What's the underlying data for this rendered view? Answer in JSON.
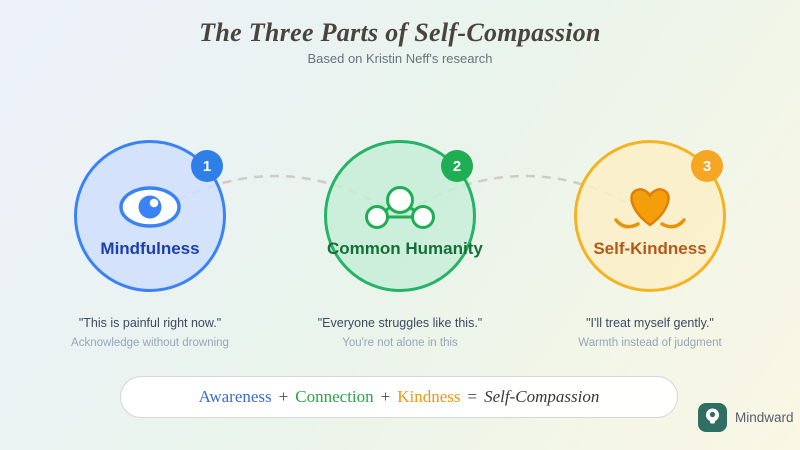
{
  "header": {
    "title": "The Three Parts of Self-Compassion",
    "subtitle": "Based on Kristin Neff's research"
  },
  "parts": [
    {
      "number": "1",
      "label": "Mindfulness",
      "icon": "eye-icon",
      "quote": "\"This is painful right now.\"",
      "caption": "Acknowledge without drowning",
      "colors": {
        "border": "#3b82f6",
        "fill": "rgba(206,223,252,0.82)",
        "badge": "#2e7fe8",
        "label": "#1d3fae"
      }
    },
    {
      "number": "2",
      "label": "Common Humanity",
      "icon": "group-icon",
      "quote": "\"Everyone struggles like this.\"",
      "caption": "You're not alone in this",
      "colors": {
        "border": "#25b365",
        "fill": "rgba(198,238,215,0.82)",
        "badge": "#1fae53",
        "label": "#156e38"
      }
    },
    {
      "number": "3",
      "label": "Self-Kindness",
      "icon": "heart-hands-icon",
      "quote": "\"I'll treat myself gently.\"",
      "caption": "Warmth instead of judgment",
      "colors": {
        "border": "#f5b324",
        "fill": "rgba(252,240,199,0.86)",
        "badge": "#f5a623",
        "label": "#b4591b"
      }
    }
  ],
  "formula": {
    "awareness": {
      "text": "Awareness",
      "color": "#3d6ad1"
    },
    "connection": {
      "text": "Connection",
      "color": "#27a844"
    },
    "kindness": {
      "text": "Kindness",
      "color": "#f0970f"
    },
    "plus": "+",
    "equals": "=",
    "result": "Self-Compassion",
    "result_color": "#38383a"
  },
  "brand": {
    "name": "Mindward",
    "logo_color": "#2f6e63"
  },
  "decor": {
    "connector_color": "#cbc3c0"
  }
}
